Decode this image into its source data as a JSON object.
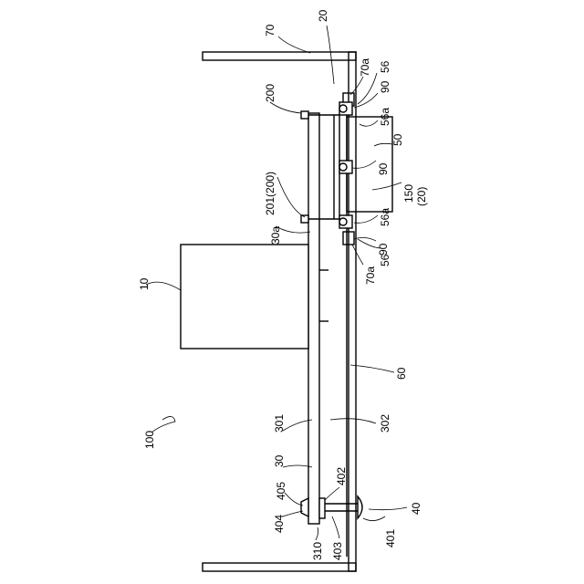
{
  "figure": {
    "labels": {
      "l70": "70",
      "l20": "20",
      "l70a_top": "70a",
      "l56_top": "56",
      "l90_top": "90",
      "l200": "200",
      "l56a_top": "56a",
      "l50": "50",
      "l90_mid": "90",
      "l201": "201(200)",
      "l150": "150",
      "l20p": "(20)",
      "l56a_bot": "56a",
      "l30a": "30a",
      "l90_bot": "90",
      "l70a_bot": "70a",
      "l56_bot": "56",
      "l10": "10",
      "l60": "60",
      "l100": "100",
      "l301": "301",
      "l302": "302",
      "l30": "30",
      "l402": "402",
      "l405": "405",
      "l40": "40",
      "l404": "404",
      "l310": "310",
      "l403": "403",
      "l401": "401"
    }
  }
}
